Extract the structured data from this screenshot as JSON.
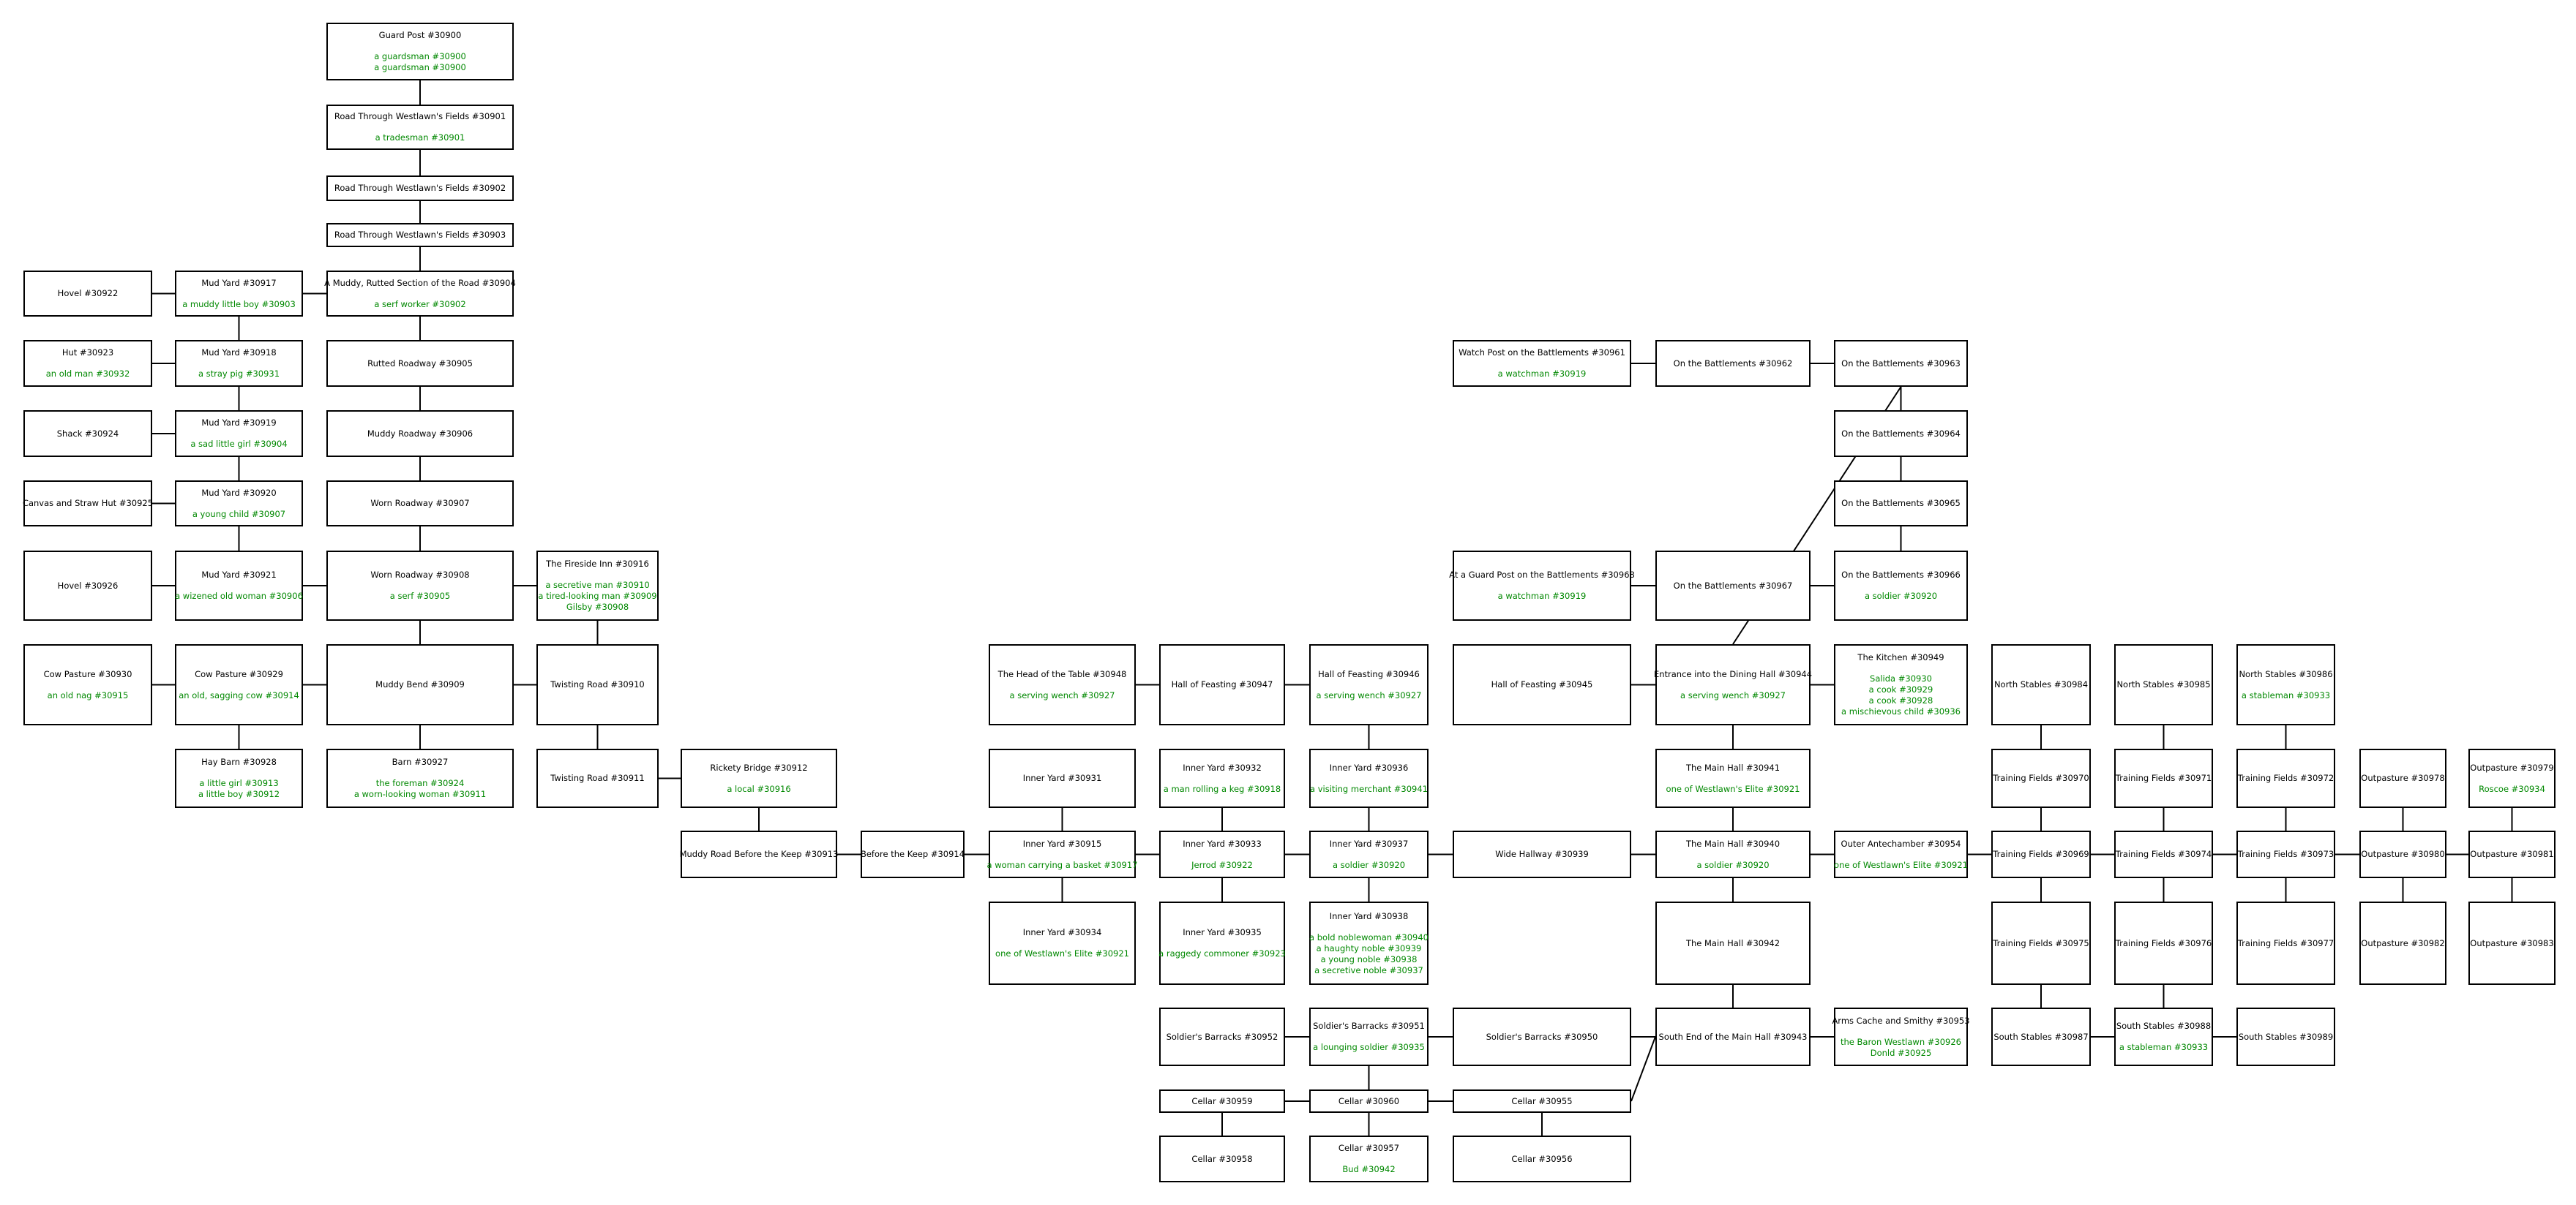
{
  "rooms": [
    {
      "id": "30900",
      "title": "Guard Post #30900",
      "occupants": [
        "a guardsman #30900",
        "a guardsman #30900"
      ]
    },
    {
      "id": "30901",
      "title": "Road Through Westlawn's Fields #30901",
      "occupants": [
        "a tradesman #30901"
      ]
    },
    {
      "id": "30902",
      "title": "Road Through Westlawn's Fields #30902",
      "occupants": []
    },
    {
      "id": "30903",
      "title": "Road Through Westlawn's Fields #30903",
      "occupants": []
    },
    {
      "id": "30904",
      "title": "A Muddy, Rutted Section of the Road #30904",
      "occupants": [
        "a serf worker #30902"
      ]
    },
    {
      "id": "30905",
      "title": "Rutted Roadway #30905",
      "occupants": []
    },
    {
      "id": "30906",
      "title": "Muddy Roadway #30906",
      "occupants": []
    },
    {
      "id": "30907",
      "title": "Worn Roadway #30907",
      "occupants": []
    },
    {
      "id": "30908",
      "title": "Worn Roadway #30908",
      "occupants": [
        "a serf #30905"
      ]
    },
    {
      "id": "30909",
      "title": "Muddy Bend #30909",
      "occupants": []
    },
    {
      "id": "30927",
      "title": "Barn #30927",
      "occupants": [
        "the foreman #30924",
        "a worn-looking woman #30911"
      ]
    },
    {
      "id": "30917",
      "title": "Mud Yard #30917",
      "occupants": [
        "a muddy little boy #30903"
      ]
    },
    {
      "id": "30918",
      "title": "Mud Yard #30918",
      "occupants": [
        "a stray pig #30931"
      ]
    },
    {
      "id": "30919",
      "title": "Mud Yard #30919",
      "occupants": [
        "a sad little girl #30904"
      ]
    },
    {
      "id": "30920",
      "title": "Mud Yard #30920",
      "occupants": [
        "a young child #30907"
      ]
    },
    {
      "id": "30921",
      "title": "Mud Yard #30921",
      "occupants": [
        "a wizened old woman #30906"
      ]
    },
    {
      "id": "30929",
      "title": "Cow Pasture #30929",
      "occupants": [
        "an old, sagging cow #30914"
      ]
    },
    {
      "id": "30928",
      "title": "Hay Barn #30928",
      "occupants": [
        "a little girl #30913",
        "a little boy #30912"
      ]
    },
    {
      "id": "30922",
      "title": "Hovel #30922",
      "occupants": []
    },
    {
      "id": "30923",
      "title": "Hut #30923",
      "occupants": [
        "an old man #30932"
      ]
    },
    {
      "id": "30924",
      "title": "Shack #30924",
      "occupants": []
    },
    {
      "id": "30925",
      "title": "Canvas and Straw Hut #30925",
      "occupants": []
    },
    {
      "id": "30926",
      "title": "Hovel #30926",
      "occupants": []
    },
    {
      "id": "30930",
      "title": "Cow Pasture #30930",
      "occupants": [
        "an old nag #30915"
      ]
    },
    {
      "id": "30916",
      "title": "The Fireside Inn #30916",
      "occupants": [
        "a secretive man #30910",
        "a tired-looking man #30909",
        "Gilsby #30908"
      ]
    },
    {
      "id": "30910",
      "title": "Twisting Road #30910",
      "occupants": []
    },
    {
      "id": "30911",
      "title": "Twisting Road #30911",
      "occupants": []
    },
    {
      "id": "30912",
      "title": "Rickety Bridge #30912",
      "occupants": [
        "a local #30916"
      ]
    },
    {
      "id": "30913",
      "title": "Muddy Road Before the Keep #30913",
      "occupants": []
    },
    {
      "id": "30914",
      "title": "Before the Keep #30914",
      "occupants": []
    },
    {
      "id": "30915",
      "title": "Inner Yard #30915",
      "occupants": [
        "a woman carrying a basket #30917"
      ]
    },
    {
      "id": "30931",
      "title": "Inner Yard #30931",
      "occupants": []
    },
    {
      "id": "30934",
      "title": "Inner Yard #30934",
      "occupants": [
        "one of Westlawn's Elite #30921"
      ]
    },
    {
      "id": "30948",
      "title": "The Head of the Table #30948",
      "occupants": [
        "a serving wench #30927"
      ]
    },
    {
      "id": "30947",
      "title": "Hall of Feasting #30947",
      "occupants": []
    },
    {
      "id": "30932",
      "title": "Inner Yard #30932",
      "occupants": [
        "a man rolling a keg #30918"
      ]
    },
    {
      "id": "30933",
      "title": "Inner Yard #30933",
      "occupants": [
        "Jerrod #30922"
      ]
    },
    {
      "id": "30935",
      "title": "Inner Yard #30935",
      "occupants": [
        "a raggedy commoner #30923"
      ]
    },
    {
      "id": "30952",
      "title": "Soldier's Barracks #30952",
      "occupants": []
    },
    {
      "id": "30959",
      "title": "Cellar #30959",
      "occupants": []
    },
    {
      "id": "30958",
      "title": "Cellar #30958",
      "occupants": []
    },
    {
      "id": "30946",
      "title": "Hall of Feasting #30946",
      "occupants": [
        "a serving wench #30927"
      ]
    },
    {
      "id": "30936",
      "title": "Inner Yard #30936",
      "occupants": [
        "a visiting merchant #30941"
      ]
    },
    {
      "id": "30937",
      "title": "Inner Yard #30937",
      "occupants": [
        "a soldier #30920"
      ]
    },
    {
      "id": "30938",
      "title": "Inner Yard #30938",
      "occupants": [
        "a bold noblewoman #30940",
        "a haughty noble #30939",
        "a young noble #30938",
        "a secretive noble #30937"
      ]
    },
    {
      "id": "30951",
      "title": "Soldier's Barracks #30951",
      "occupants": [
        "a lounging soldier #30935"
      ]
    },
    {
      "id": "30960",
      "title": "Cellar #30960",
      "occupants": []
    },
    {
      "id": "30957",
      "title": "Cellar #30957",
      "occupants": [
        "Bud #30942"
      ]
    },
    {
      "id": "30961",
      "title": "Watch Post on the Battlements #30961",
      "occupants": [
        "a watchman #30919"
      ]
    },
    {
      "id": "30968",
      "title": "At a Guard Post on the Battlements #30968",
      "occupants": [
        "a watchman #30919"
      ]
    },
    {
      "id": "30945",
      "title": "Hall of Feasting #30945",
      "occupants": []
    },
    {
      "id": "30939",
      "title": "Wide Hallway #30939",
      "occupants": []
    },
    {
      "id": "30950",
      "title": "Soldier's Barracks #30950",
      "occupants": []
    },
    {
      "id": "30955",
      "title": "Cellar #30955",
      "occupants": []
    },
    {
      "id": "30956",
      "title": "Cellar #30956",
      "occupants": []
    },
    {
      "id": "30962",
      "title": "On the Battlements #30962",
      "occupants": []
    },
    {
      "id": "30967",
      "title": "On the Battlements #30967",
      "occupants": []
    },
    {
      "id": "30944",
      "title": "Entrance into the Dining Hall #30944",
      "occupants": [
        "a serving wench #30927"
      ]
    },
    {
      "id": "30941",
      "title": "The Main Hall #30941",
      "occupants": [
        "one of Westlawn's Elite #30921"
      ]
    },
    {
      "id": "30940",
      "title": "The Main Hall #30940",
      "occupants": [
        "a soldier #30920"
      ]
    },
    {
      "id": "30942",
      "title": "The Main Hall #30942",
      "occupants": []
    },
    {
      "id": "30943",
      "title": "South End of the Main Hall #30943",
      "occupants": []
    },
    {
      "id": "30963",
      "title": "On the Battlements #30963",
      "occupants": []
    },
    {
      "id": "30964",
      "title": "On the Battlements #30964",
      "occupants": []
    },
    {
      "id": "30965",
      "title": "On the Battlements #30965",
      "occupants": []
    },
    {
      "id": "30966",
      "title": "On the Battlements #30966",
      "occupants": [
        "a soldier #30920"
      ]
    },
    {
      "id": "30949",
      "title": "The Kitchen #30949",
      "occupants": [
        "Salida #30930",
        "a cook #30929",
        "a cook #30928",
        "a mischievous child #30936"
      ]
    },
    {
      "id": "30954",
      "title": "Outer Antechamber #30954",
      "occupants": [
        "one of Westlawn's Elite #30921"
      ]
    },
    {
      "id": "30953",
      "title": "Arms Cache and Smithy #30953",
      "occupants": [
        "the Baron Westlawn #30926",
        "Donld #30925"
      ]
    },
    {
      "id": "30984",
      "title": "North Stables #30984",
      "occupants": []
    },
    {
      "id": "30970",
      "title": "Training Fields #30970",
      "occupants": []
    },
    {
      "id": "30969",
      "title": "Training Fields #30969",
      "occupants": []
    },
    {
      "id": "30975",
      "title": "Training Fields #30975",
      "occupants": []
    },
    {
      "id": "30987",
      "title": "South Stables #30987",
      "occupants": []
    },
    {
      "id": "30985",
      "title": "North Stables #30985",
      "occupants": []
    },
    {
      "id": "30971",
      "title": "Training Fields #30971",
      "occupants": []
    },
    {
      "id": "30974",
      "title": "Training Fields #30974",
      "occupants": []
    },
    {
      "id": "30976",
      "title": "Training Fields #30976",
      "occupants": []
    },
    {
      "id": "30988",
      "title": "South Stables #30988",
      "occupants": [
        "a stableman #30933"
      ]
    },
    {
      "id": "30986",
      "title": "North Stables #30986",
      "occupants": [
        "a stableman #30933"
      ]
    },
    {
      "id": "30972",
      "title": "Training Fields #30972",
      "occupants": []
    },
    {
      "id": "30973",
      "title": "Training Fields #30973",
      "occupants": []
    },
    {
      "id": "30977",
      "title": "Training Fields #30977",
      "occupants": []
    },
    {
      "id": "30989",
      "title": "South Stables #30989",
      "occupants": []
    },
    {
      "id": "30978",
      "title": "Outpasture #30978",
      "occupants": []
    },
    {
      "id": "30980",
      "title": "Outpasture #30980",
      "occupants": []
    },
    {
      "id": "30982",
      "title": "Outpasture #30982",
      "occupants": []
    },
    {
      "id": "30979",
      "title": "Outpasture #30979",
      "occupants": [
        "Roscoe #30934"
      ]
    },
    {
      "id": "30981",
      "title": "Outpasture #30981",
      "occupants": []
    },
    {
      "id": "30983",
      "title": "Outpasture #30983",
      "occupants": []
    }
  ],
  "connections": [
    [
      "30900",
      "30901"
    ],
    [
      "30901",
      "30902"
    ],
    [
      "30902",
      "30903"
    ],
    [
      "30903",
      "30904"
    ],
    [
      "30904",
      "30905"
    ],
    [
      "30905",
      "30906"
    ],
    [
      "30906",
      "30907"
    ],
    [
      "30907",
      "30908"
    ],
    [
      "30908",
      "30909"
    ],
    [
      "30909",
      "30927"
    ],
    [
      "30904",
      "30917"
    ],
    [
      "30917",
      "30922"
    ],
    [
      "30917",
      "30918"
    ],
    [
      "30918",
      "30923"
    ],
    [
      "30918",
      "30919"
    ],
    [
      "30919",
      "30924"
    ],
    [
      "30919",
      "30920"
    ],
    [
      "30920",
      "30925"
    ],
    [
      "30920",
      "30921"
    ],
    [
      "30921",
      "30926"
    ],
    [
      "30921",
      "30908"
    ],
    [
      "30929",
      "30930"
    ],
    [
      "30929",
      "30909"
    ],
    [
      "30929",
      "30928"
    ],
    [
      "30908",
      "30916"
    ],
    [
      "30916",
      "30910"
    ],
    [
      "30909",
      "30910"
    ],
    [
      "30910",
      "30911"
    ],
    [
      "30911",
      "30912"
    ],
    [
      "30912",
      "30913"
    ],
    [
      "30913",
      "30914"
    ],
    [
      "30914",
      "30915"
    ],
    [
      "30915",
      "30931"
    ],
    [
      "30915",
      "30934"
    ],
    [
      "30915",
      "30933"
    ],
    [
      "30933",
      "30932"
    ],
    [
      "30933",
      "30935"
    ],
    [
      "30948",
      "30947"
    ],
    [
      "30947",
      "30946"
    ],
    [
      "30946",
      "30936"
    ],
    [
      "30936",
      "30937"
    ],
    [
      "30937",
      "30933"
    ],
    [
      "30937",
      "30938"
    ],
    [
      "30937",
      "30939"
    ],
    [
      "30952",
      "30951"
    ],
    [
      "30951",
      "30950"
    ],
    [
      "30951",
      "30960"
    ],
    [
      "30959",
      "30960"
    ],
    [
      "30959",
      "30958"
    ],
    [
      "30960",
      "30957"
    ],
    [
      "30960",
      "30955"
    ],
    [
      "30955",
      "30956"
    ],
    [
      "30955",
      "30943"
    ],
    [
      "30950",
      "30943"
    ],
    [
      "30961",
      "30962"
    ],
    [
      "30962",
      "30963"
    ],
    [
      "30963",
      "30944"
    ],
    [
      "30963",
      "30964"
    ],
    [
      "30964",
      "30965"
    ],
    [
      "30965",
      "30966"
    ],
    [
      "30968",
      "30967"
    ],
    [
      "30967",
      "30966"
    ],
    [
      "30945",
      "30944"
    ],
    [
      "30944",
      "30949"
    ],
    [
      "30944",
      "30941"
    ],
    [
      "30941",
      "30940"
    ],
    [
      "30940",
      "30954"
    ],
    [
      "30940",
      "30939"
    ],
    [
      "30940",
      "30942"
    ],
    [
      "30942",
      "30943"
    ],
    [
      "30943",
      "30953"
    ],
    [
      "30954",
      "30969"
    ],
    [
      "30984",
      "30970"
    ],
    [
      "30970",
      "30969"
    ],
    [
      "30969",
      "30975"
    ],
    [
      "30969",
      "30974"
    ],
    [
      "30975",
      "30987"
    ],
    [
      "30985",
      "30971"
    ],
    [
      "30971",
      "30974"
    ],
    [
      "30974",
      "30976"
    ],
    [
      "30987",
      "30988"
    ],
    [
      "30988",
      "30989"
    ],
    [
      "30988",
      "30976"
    ],
    [
      "30974",
      "30973"
    ],
    [
      "30986",
      "30972"
    ],
    [
      "30972",
      "30973"
    ],
    [
      "30973",
      "30977"
    ],
    [
      "30973",
      "30980"
    ],
    [
      "30978",
      "30980"
    ],
    [
      "30980",
      "30982"
    ],
    [
      "30980",
      "30981"
    ],
    [
      "30979",
      "30981"
    ],
    [
      "30981",
      "30983"
    ]
  ]
}
